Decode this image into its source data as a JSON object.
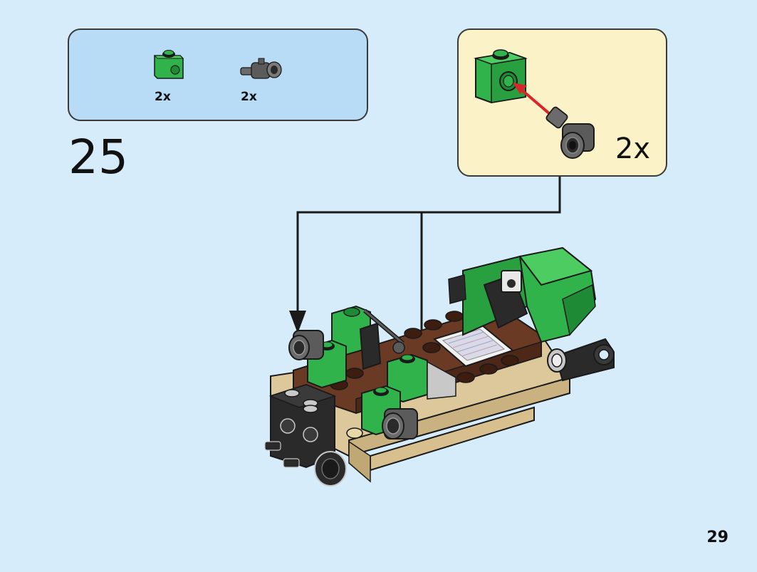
{
  "parts": [
    {
      "name": "green-technic-brick-1x1",
      "count": "2x",
      "color": "#2fb34a"
    },
    {
      "name": "dark-gray-axle-connector",
      "count": "2x",
      "color": "#6b6b6b"
    }
  ],
  "step": {
    "number": "25"
  },
  "callout": {
    "multiplier": "2x"
  },
  "page": {
    "number": "29"
  },
  "colors": {
    "background": "#d6ecfb",
    "parts_panel": "#b9dcf6",
    "callout_panel": "#fbf2c8",
    "green": "#2fb34a",
    "dark_green": "#1f8a36",
    "brown": "#6a3a25",
    "tan": "#dcc89a",
    "black": "#2a2a2a",
    "dark_gray": "#5b5b5b",
    "arrow_red": "#d8262b"
  }
}
